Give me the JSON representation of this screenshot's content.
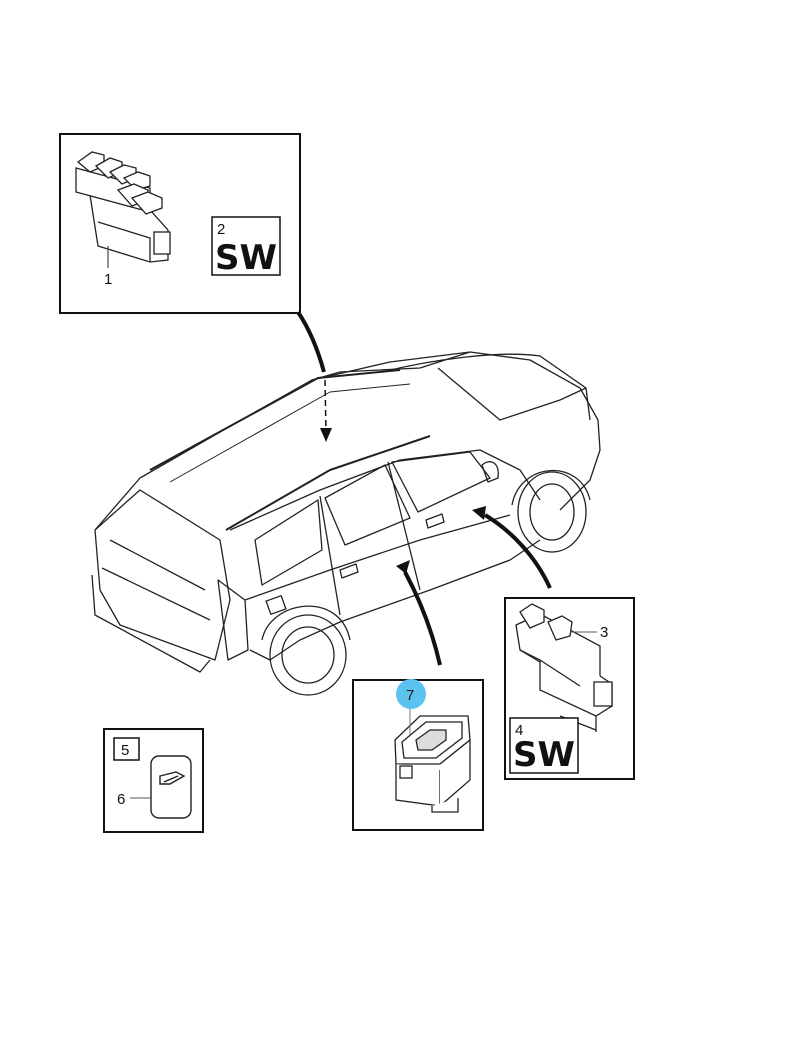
{
  "diagram": {
    "callouts": {
      "c1": "1",
      "c2": "2",
      "c3": "3",
      "c4": "4",
      "c5": "5",
      "c6": "6",
      "c7": "7"
    },
    "sw_labels": {
      "box2": "SW",
      "box4": "SW"
    },
    "colors": {
      "line": "#111111",
      "highlight": "#5cc3f0"
    }
  }
}
